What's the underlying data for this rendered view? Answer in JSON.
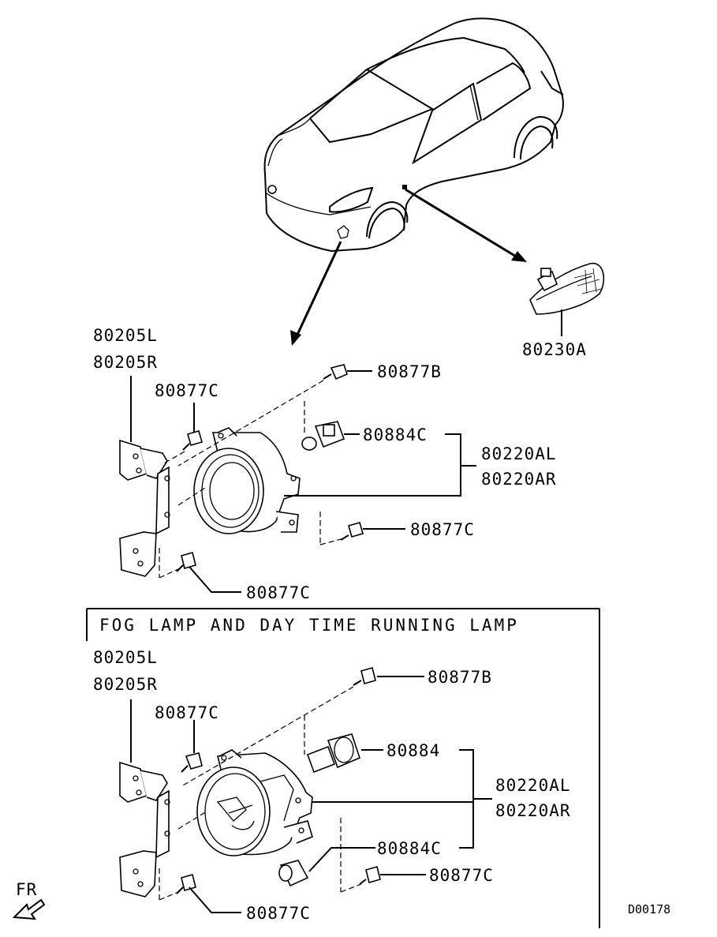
{
  "diagram_code": "D00178",
  "direction_label": "FR",
  "upper": {
    "bracket_labels": [
      "80205L",
      "80205R"
    ],
    "bolt_bracket_top": "80877C",
    "bolt_top": "80877B",
    "bulb": "80884C",
    "lamp_labels": [
      "80220AL",
      "80220AR"
    ],
    "bolt_right": "80877C",
    "bolt_bottom": "80877C"
  },
  "side_lamp": "80230A",
  "lower": {
    "title": "FOG LAMP AND DAY TIME RUNNING LAMP",
    "bracket_labels": [
      "80205L",
      "80205R"
    ],
    "bolt_bracket_top": "80877C",
    "bolt_top": "80877B",
    "bulb": "80884",
    "lamp_labels": [
      "80220AL",
      "80220AR"
    ],
    "bulb_drl": "80884C",
    "bolt_right": "80877C",
    "bolt_bottom": "80877C"
  }
}
